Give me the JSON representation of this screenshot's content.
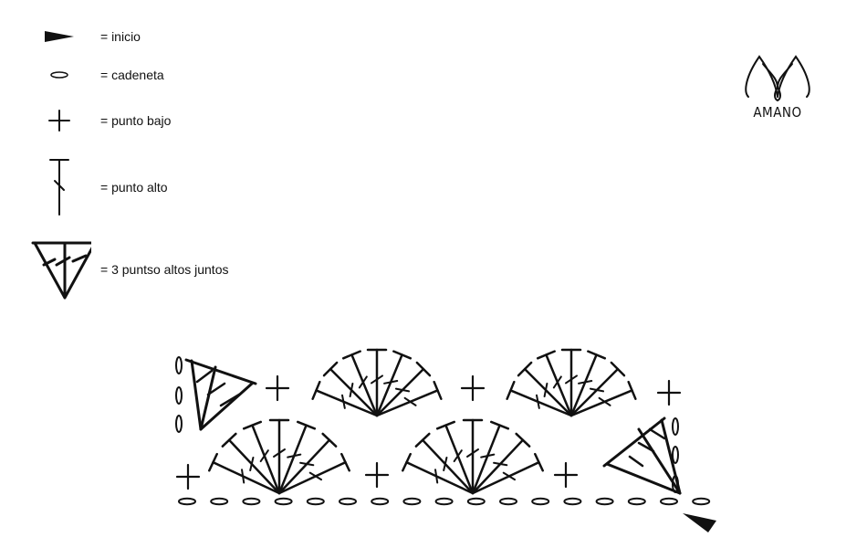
{
  "legend": [
    {
      "symbol": "start-arrow",
      "label": "= inicio"
    },
    {
      "symbol": "chain-stitch",
      "label": "= cadeneta"
    },
    {
      "symbol": "single-crochet",
      "label": "= punto bajo"
    },
    {
      "symbol": "double-crochet",
      "label": "= punto alto"
    },
    {
      "symbol": "cluster-3dc",
      "label": "= 3 puntso altos juntos"
    }
  ],
  "logo": {
    "text": "AMANO"
  },
  "colors": {
    "ink": "#111111",
    "background": "#ffffff"
  }
}
